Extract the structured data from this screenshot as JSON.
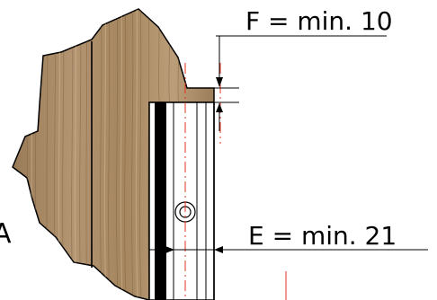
{
  "dimensions": {
    "f_label": "F = min. 10",
    "e_label": "E = min. 21"
  },
  "section_letter": "A",
  "colors": {
    "wood_base": "#a88a66",
    "wood_light": "#c2a680",
    "wood_dark": "#6e5639",
    "outline": "#000000",
    "centerline": "#e0341f",
    "board_face": "#ffffff"
  }
}
